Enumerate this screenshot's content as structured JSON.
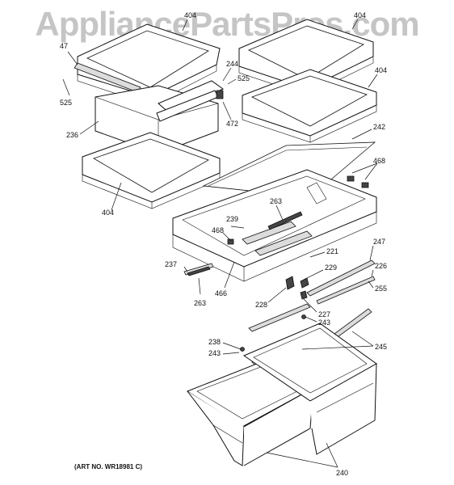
{
  "watermark": "AppliancePartsPros.com",
  "art_number": "(ART NO. WR18981 C)",
  "callouts": {
    "c404a": "404",
    "c404b": "404",
    "c404c": "404",
    "c404d": "404",
    "c47": "47",
    "c244": "244",
    "c525a": "525",
    "c525b": "525",
    "c472": "472",
    "c236": "236",
    "c242": "242",
    "c468a": "468",
    "c468b": "468",
    "c263a": "263",
    "c263b": "263",
    "c239": "239",
    "c466": "466",
    "c221": "221",
    "c237": "237",
    "c229": "229",
    "c247": "247",
    "c226": "226",
    "c255": "255",
    "c228": "228",
    "c227": "227",
    "c243a": "243",
    "c243b": "243",
    "c238": "238",
    "c245": "245",
    "c240": "240"
  }
}
